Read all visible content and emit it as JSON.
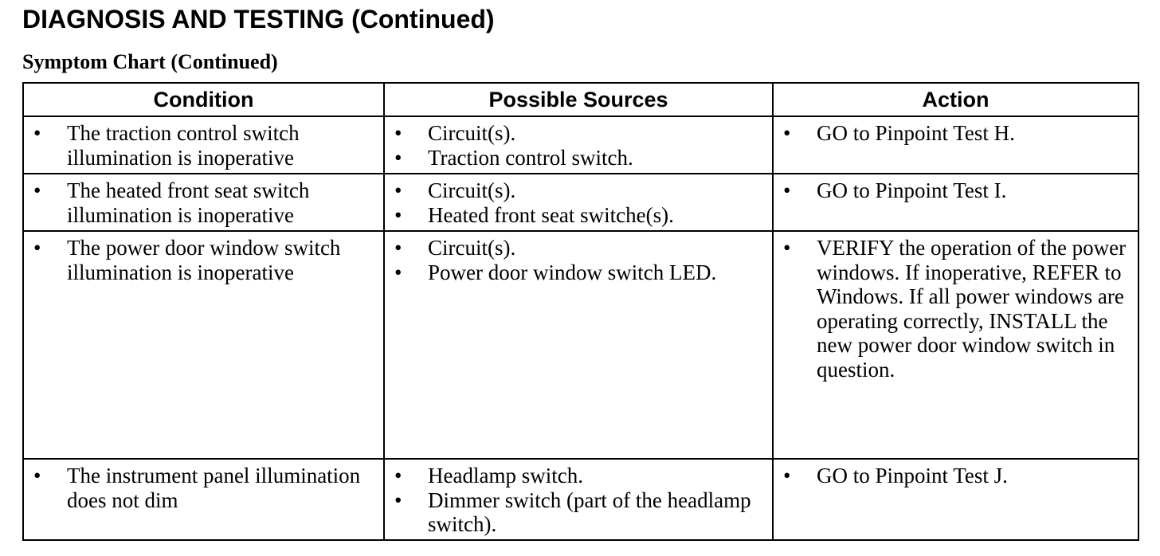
{
  "header": {
    "title": "DIAGNOSIS AND TESTING (Continued)",
    "subtitle": "Symptom Chart (Continued)"
  },
  "table": {
    "columns": [
      "Condition",
      "Possible Sources",
      "Action"
    ],
    "rows": [
      {
        "condition": [
          "The traction control switch illumination is inoperative"
        ],
        "sources": [
          "Circuit(s).",
          "Traction control switch."
        ],
        "action": [
          "GO to Pinpoint Test H."
        ]
      },
      {
        "condition": [
          "The heated front seat switch illumination is inoperative"
        ],
        "sources": [
          "Circuit(s).",
          "Heated front seat switche(s)."
        ],
        "action": [
          "GO to Pinpoint Test I."
        ]
      },
      {
        "condition": [
          "The power door window switch illumination is inoperative"
        ],
        "sources": [
          "Circuit(s).",
          "Power door window switch LED."
        ],
        "action": [
          "VERIFY the operation of the power windows. If inoperative, REFER to Windows. If all power windows are operating correctly, INSTALL the new power door window switch in question."
        ]
      },
      {
        "condition": [
          "The instrument panel illumination does not dim"
        ],
        "sources": [
          "Headlamp switch.",
          "Dimmer switch (part of the headlamp switch)."
        ],
        "action": [
          "GO to Pinpoint Test J."
        ]
      }
    ]
  }
}
